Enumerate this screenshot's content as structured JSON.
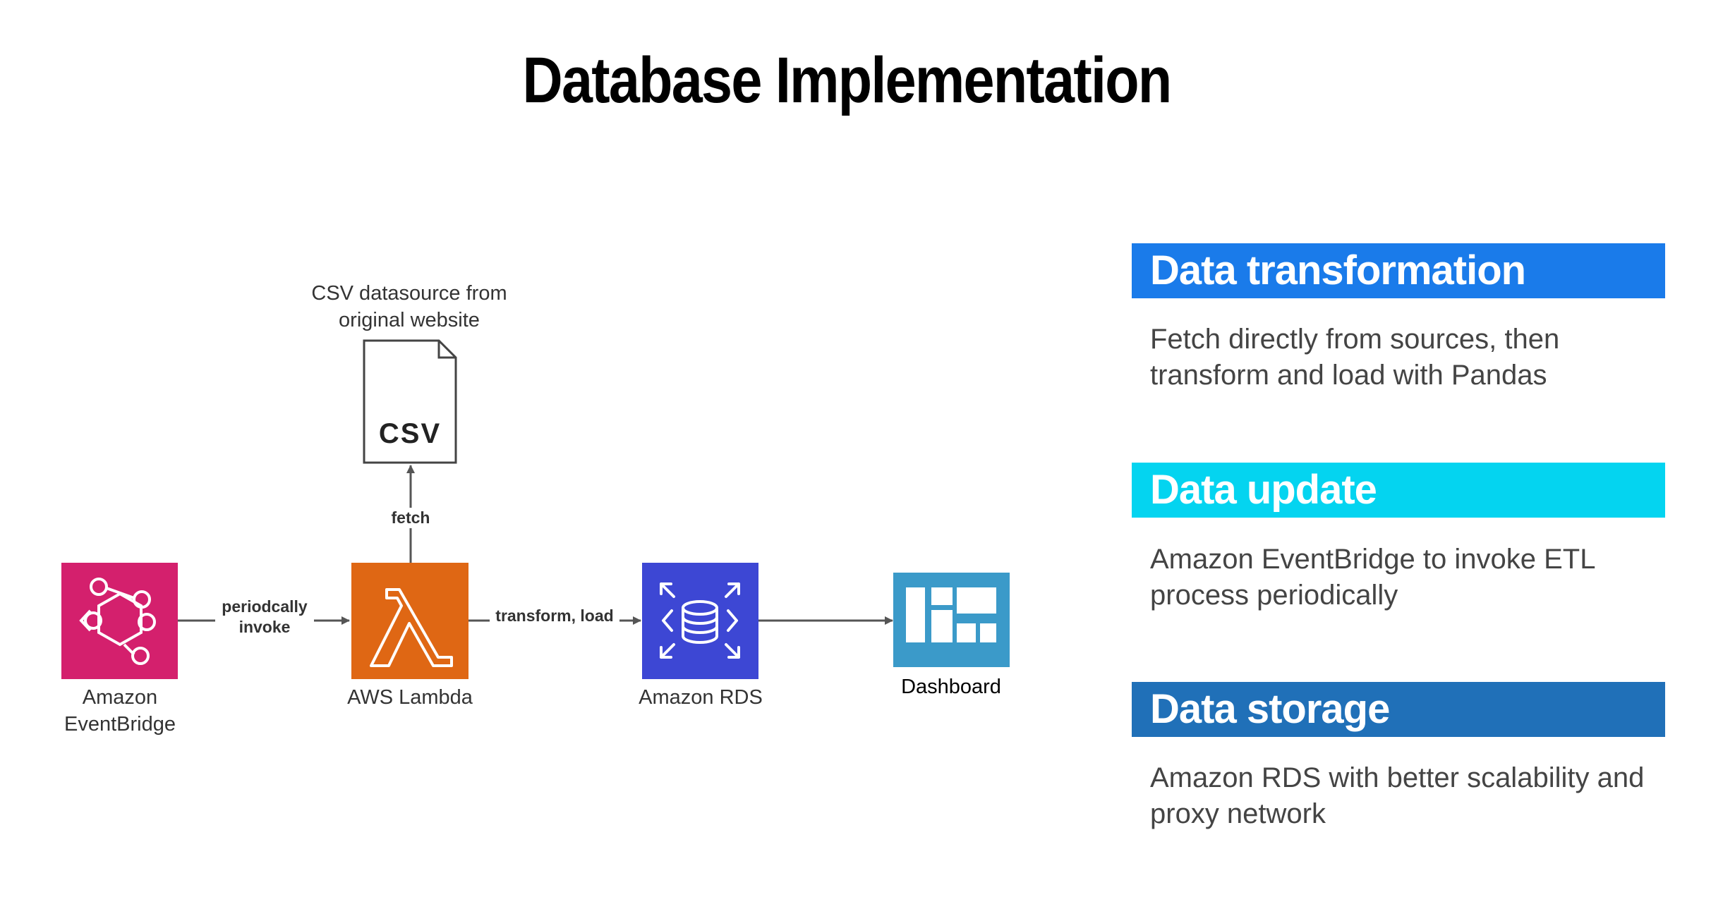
{
  "title": "Database Implementation",
  "diagram": {
    "csv_source_label": "CSV datasource from original website",
    "csv_icon_text": "CSV",
    "edge_fetch": "fetch",
    "edge_periodically": "periodcally",
    "edge_invoke": "invoke",
    "edge_transform_load": "transform, load",
    "node_eventbridge_line1": "Amazon",
    "node_eventbridge_line2": "EventBridge",
    "node_lambda": "AWS Lambda",
    "node_rds": "Amazon RDS",
    "node_dashboard": "Dashboard",
    "colors": {
      "eventbridge": "#d4206d",
      "lambda": "#df6714",
      "rds": "#3d47d4",
      "dashboard": "#3b9ac9",
      "arrow": "#555555"
    },
    "icons": [
      "eventbridge-icon",
      "lambda-icon",
      "rds-icon",
      "dashboard-icon",
      "csv-file-icon"
    ]
  },
  "sections": [
    {
      "header": "Data transformation",
      "body": "Fetch directly from sources, then transform and load with Pandas",
      "color": "#1a7bea"
    },
    {
      "header": "Data update",
      "body": "Amazon EventBridge to invoke ETL process periodically",
      "color": "#04d4f0"
    },
    {
      "header": "Data storage",
      "body": "Amazon RDS with better scalability and proxy network",
      "color": "#2070b8"
    }
  ]
}
